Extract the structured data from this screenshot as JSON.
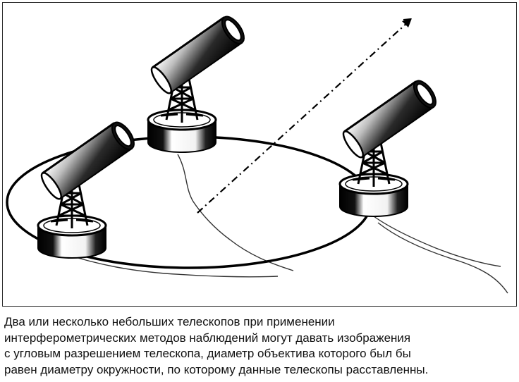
{
  "caption": {
    "lines": [
      "Два или несколько небольших телескопов при применении",
      "интерферометрических методов наблюдений могут давать изображения",
      "с угловым разрешением телескопа, диаметр объектива которого был бы",
      "равен диаметру окружности, по которому данные телескопы расставленны."
    ]
  },
  "figure": {
    "elements": [
      "telescope",
      "telescope",
      "telescope",
      "circle-baseline",
      "signal-direction-arrow",
      "terrain-lines"
    ]
  }
}
